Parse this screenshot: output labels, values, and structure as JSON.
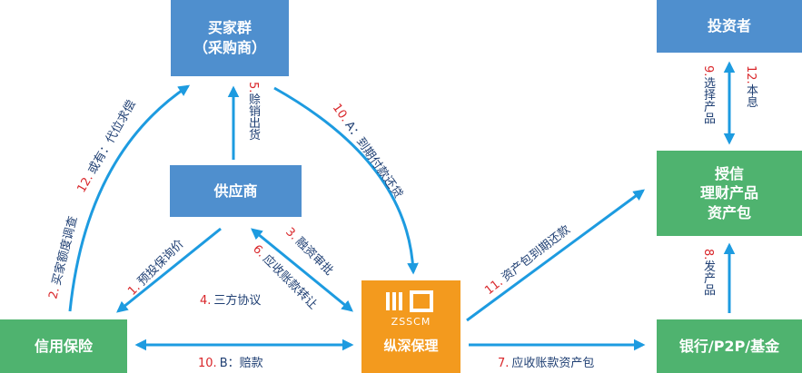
{
  "nodes": {
    "buyers": {
      "line1": "买家群",
      "line2": "（采购商）"
    },
    "supplier": {
      "label": "供应商"
    },
    "credit": {
      "label": "信用保险"
    },
    "zongshen": {
      "logo_text": "ZSSCM",
      "label": "纵深保理"
    },
    "investor": {
      "label": "投资者"
    },
    "product": {
      "line1": "授信",
      "line2": "理财产品",
      "line3": "资产包"
    },
    "bank": {
      "label": "银行/P2P/基金"
    }
  },
  "edges": {
    "e2": {
      "num": "2.",
      "text": "买家额度调查"
    },
    "e12a": {
      "num": "12.",
      "text": "或有：代位求偿"
    },
    "e5": {
      "num": "5.",
      "text": "赊销出货"
    },
    "e10a": {
      "num": "10.",
      "text": "A：到期付款还贷"
    },
    "e1": {
      "num": "1.",
      "text": "预投保询价"
    },
    "e3": {
      "num": "3.",
      "text": "融资审批"
    },
    "e6": {
      "num": "6.",
      "text": "应收账款转让"
    },
    "e4": {
      "num": "4.",
      "text": "三方协议"
    },
    "e10b": {
      "num": "10.",
      "text": "B：赔款"
    },
    "e11": {
      "num": "11.",
      "text": "资产包到期还款"
    },
    "e7": {
      "num": "7.",
      "text": "应收账款资产包"
    },
    "e9": {
      "num": "9.",
      "text": "选择产品"
    },
    "e12b": {
      "num": "12.",
      "text": "本息"
    },
    "e8": {
      "num": "8.",
      "text": "发产品"
    }
  },
  "colors": {
    "blue_box": "#4f8fce",
    "green_box": "#4fb36f",
    "orange_box": "#f39a1e",
    "arrow": "#1d9be0",
    "step_number": "#d9262a",
    "label_text": "#1f3f73"
  }
}
